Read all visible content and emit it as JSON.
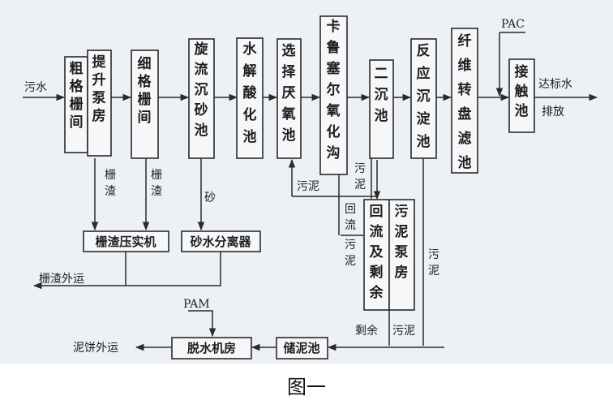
{
  "figure": {
    "caption": "图一",
    "inputs": {
      "sewage": "污水",
      "pac": "PAC",
      "pam": "PAM"
    },
    "outputs": {
      "discharge_1": "达标水",
      "discharge_2": "排放",
      "screenings_out": "栅渣外运",
      "cake_out": "泥饼外运"
    },
    "units": {
      "coarse_screen": "粗格栅间",
      "lift_pump": "提升泵房",
      "fine_screen": "细格栅间",
      "grit_chamber": "旋流沉砂池",
      "hydrolysis": "水解酸化池",
      "anoxic": "选择厌氧池",
      "carrousel": "卡鲁塞尔氧化沟",
      "clarifier_2": "二沉池",
      "reaction_settling": "反应沉淀池",
      "fiber_filter": "纤维转盘滤池",
      "contact_tank": "接触池",
      "return_pump": "回流及剩余",
      "sludge_pump": "污泥泵房",
      "screen_press": "栅渣压实机",
      "grit_separator": "砂水分离器",
      "dewatering": "脱水机房",
      "sludge_tank": "储泥池"
    },
    "flow_labels": {
      "screenings_1": "栅渣",
      "screenings_2": "栅渣",
      "sand": "砂",
      "sludge_anoxic": "污泥",
      "sludge_clarifier": "污泥",
      "return_1": "回流",
      "return_2": "污泥",
      "sludge_reaction": "污泥",
      "excess": "剩余",
      "excess_sludge": "污泥"
    }
  }
}
